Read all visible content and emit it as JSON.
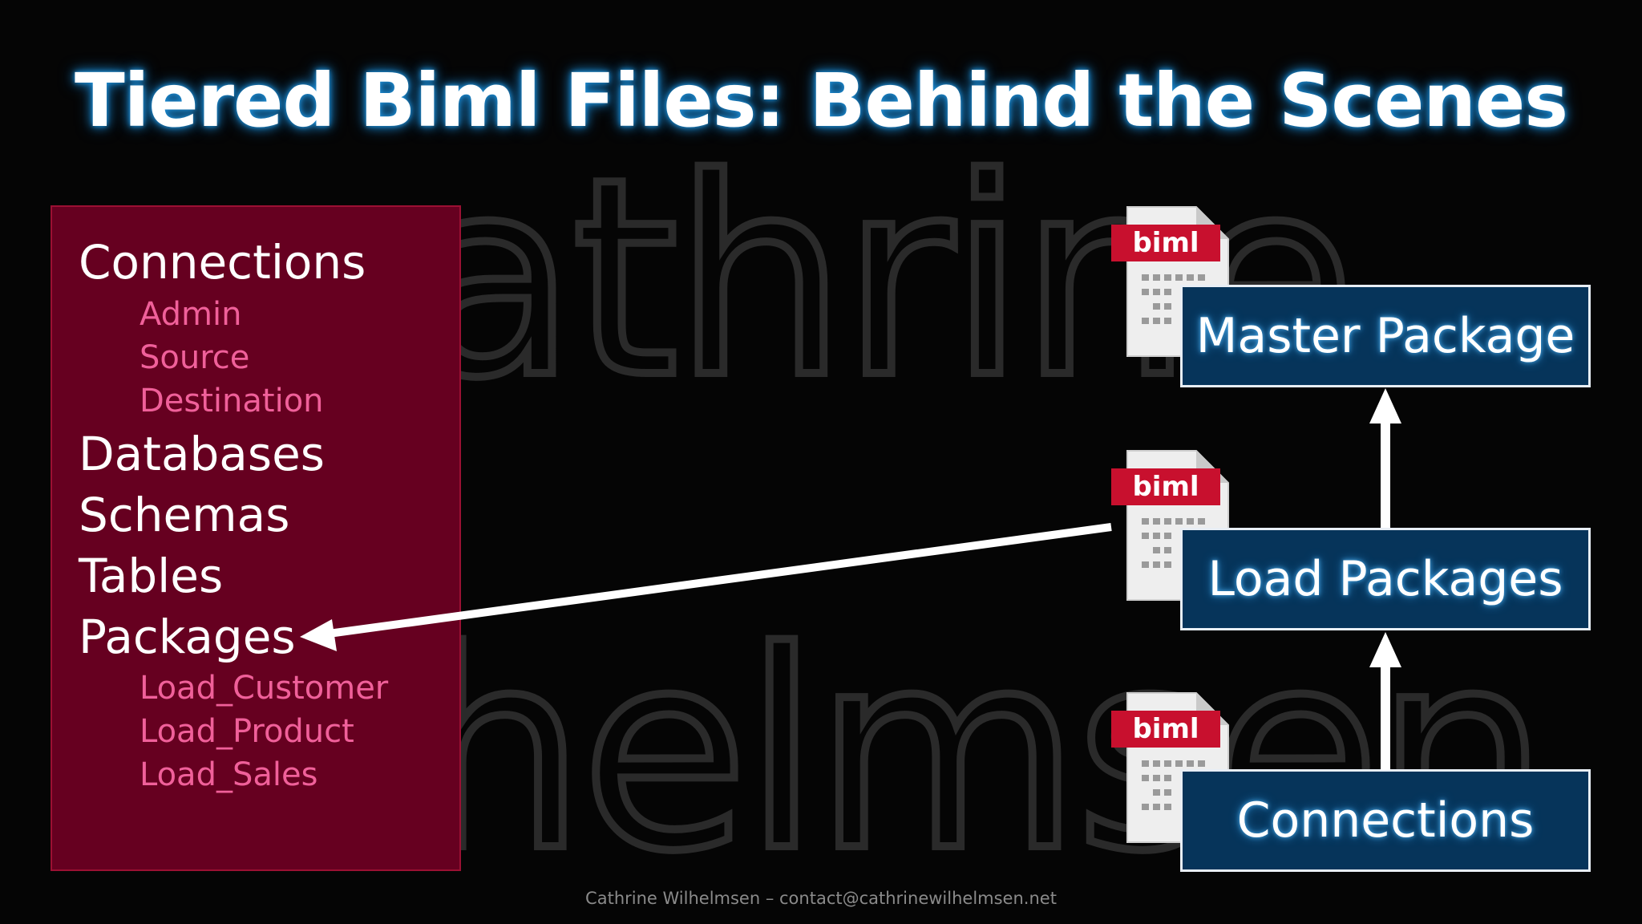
{
  "slide": {
    "title": "Tiered Biml Files: Behind the Scenes",
    "footer": "Cathrine Wilhelmsen – contact@cathrinewilhelmsen.net",
    "watermark": [
      "cathrine",
      "helmsen"
    ]
  },
  "panel": {
    "connections": "Connections",
    "connection_items": [
      "Admin",
      "Source",
      "Destination"
    ],
    "databases": "Databases",
    "schemas": "Schemas",
    "tables": "Tables",
    "packages": "Packages",
    "package_items": [
      "Load_Customer",
      "Load_Product",
      "Load_Sales"
    ]
  },
  "tiers": [
    {
      "file_label": "biml",
      "box_label": "Master Package"
    },
    {
      "file_label": "biml",
      "box_label": "Load Packages"
    },
    {
      "file_label": "biml",
      "box_label": "Connections"
    }
  ],
  "colors": {
    "panel_bg": "#660020",
    "sub_text": "#f0609a",
    "box_bg": "#06345a",
    "biml_tag": "#c8102e"
  }
}
